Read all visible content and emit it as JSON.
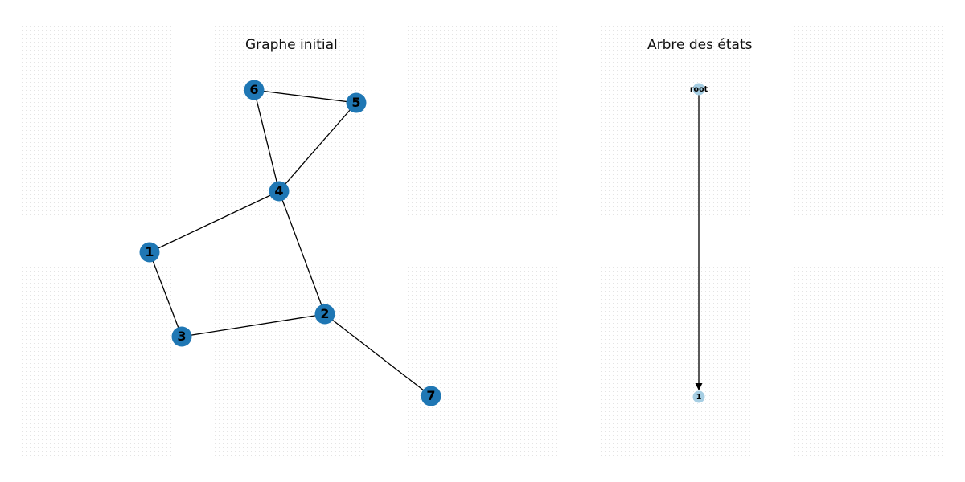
{
  "titles": {
    "left": "Graphe initial",
    "right": "Arbre des états"
  },
  "graph": {
    "nodes": [
      "1",
      "2",
      "3",
      "4",
      "5",
      "6",
      "7"
    ],
    "edges": [
      [
        "6",
        "5"
      ],
      [
        "6",
        "4"
      ],
      [
        "5",
        "4"
      ],
      [
        "4",
        "1"
      ],
      [
        "4",
        "2"
      ],
      [
        "1",
        "3"
      ],
      [
        "3",
        "2"
      ],
      [
        "2",
        "7"
      ]
    ]
  },
  "tree": {
    "nodes": [
      "root",
      "1"
    ],
    "edges": [
      [
        "root",
        "1"
      ]
    ]
  },
  "colors": {
    "graph_node": "#1f77b4",
    "tree_node": "#a6cee3",
    "edge": "#000000"
  }
}
